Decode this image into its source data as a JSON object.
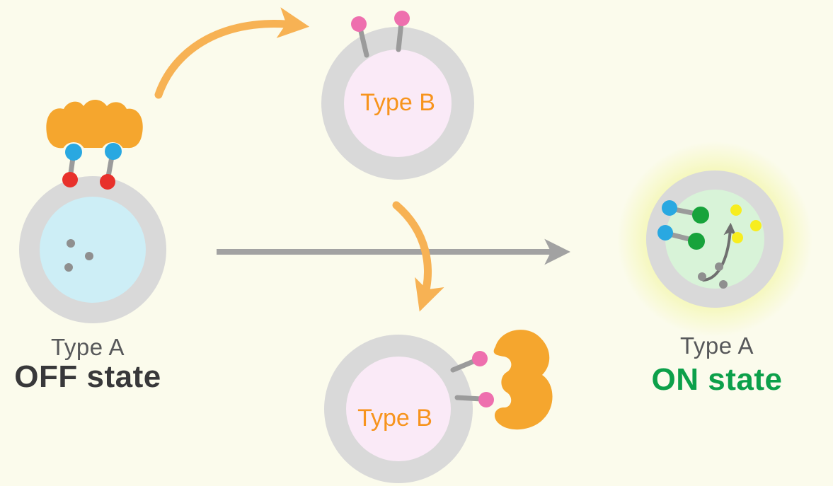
{
  "cells": {
    "type_a_off": {
      "name": "Type A",
      "state": "OFF state"
    },
    "type_b_top": {
      "name": "Type B"
    },
    "type_b_bottom": {
      "name": "Type B"
    },
    "type_a_on": {
      "name": "Type A",
      "state": "ON state"
    }
  },
  "colors": {
    "background": "#fbfbec",
    "cell_membrane": "#d9d9d9",
    "type_a_off_cytoplasm": "#cdeef6",
    "type_b_cytoplasm": "#faeaf7",
    "type_a_on_cytoplasm": "#d8f3d8",
    "glow_halo": "#f2f6a2",
    "ligand_orange": "#f5a62e",
    "arrow_orange": "#f7b254",
    "arrow_gray": "#a2a2a2",
    "inner_arrow_gray": "#6f6f6f",
    "dot_blue": "#29a8e1",
    "dot_red": "#e8312b",
    "dot_pink": "#ee6fae",
    "dot_green": "#17a33b",
    "dot_yellow": "#f7ed1f",
    "dot_gray": "#8f8f8f",
    "stalk_gray": "#9b9b9b",
    "cell_name_text": "#57585a",
    "off_state_text": "#38383a",
    "on_state_text": "#0ca04a",
    "type_b_text": "#f7941d"
  }
}
